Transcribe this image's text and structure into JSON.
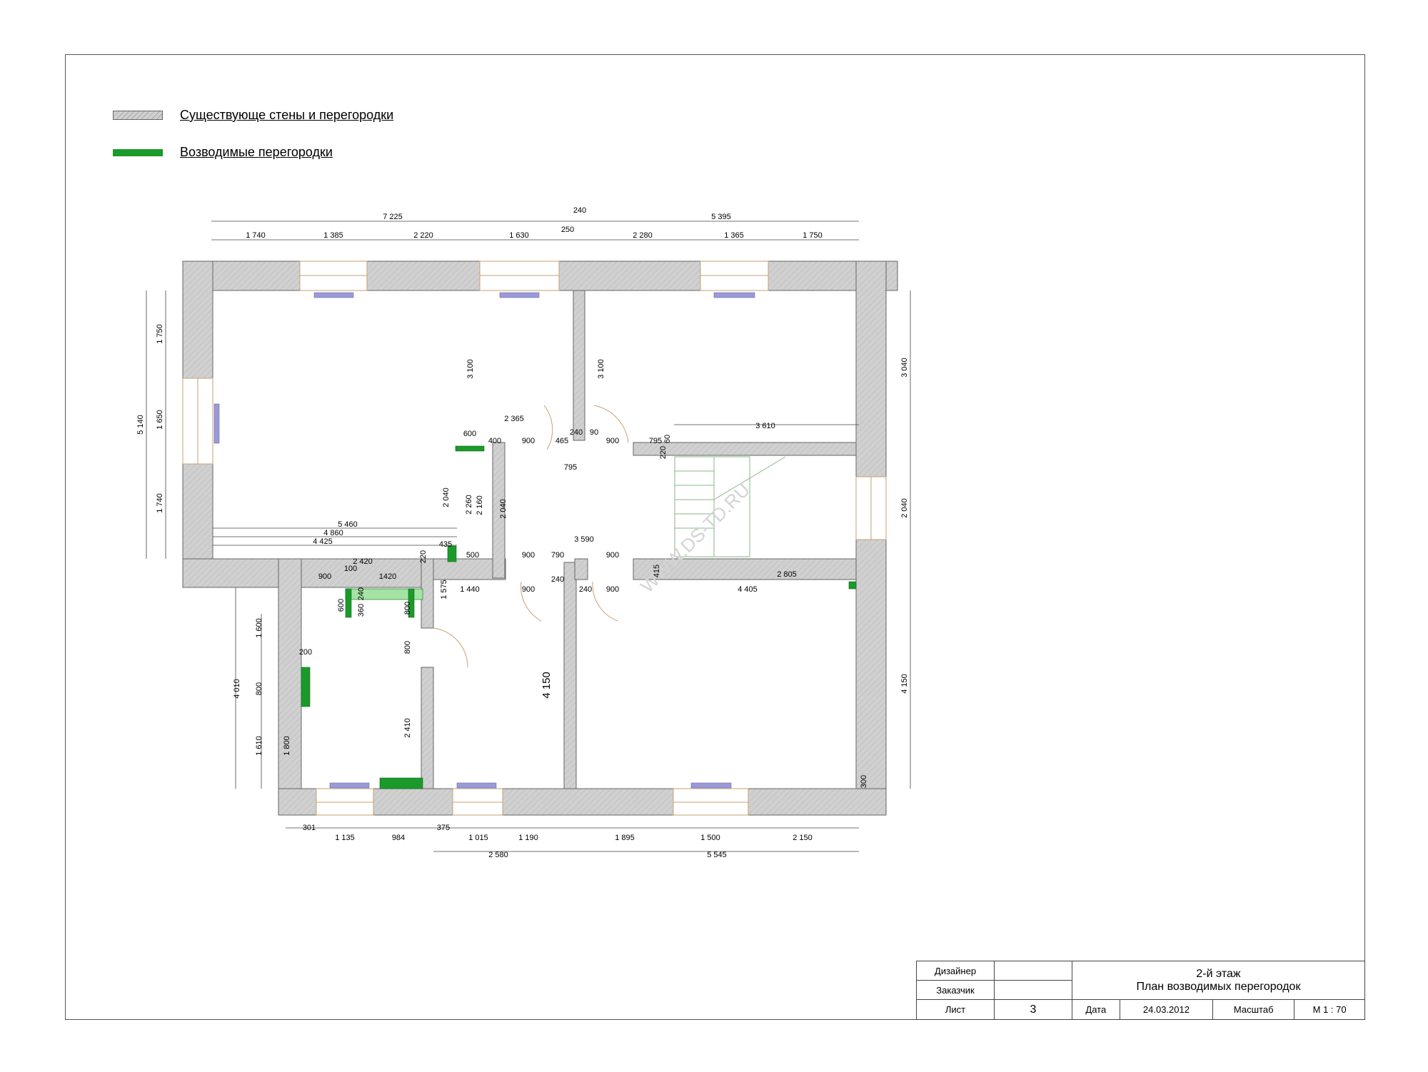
{
  "legend": {
    "existing_label": "Существующе стены и перегородки",
    "new_label": "Возводимые перегородки"
  },
  "colors": {
    "existing_wall": "#d0d0d0",
    "new_partition": "#1a9a2a",
    "window": "#f5e6c8",
    "radiator": "#9a9ad8",
    "dimension_line": "#444444"
  },
  "watermark": "WWW.DS-TD.RU",
  "dimensions": {
    "top_overall": [
      "7 225",
      "240",
      "5 395"
    ],
    "top_detail": [
      "1 740",
      "1 385",
      "2 220",
      "1 630",
      "250",
      "2 280",
      "1 365",
      "1 750"
    ],
    "left": [
      "5 140",
      "1 750",
      "1 650",
      "1 740"
    ],
    "right": [
      "3 040",
      "2 040",
      "4 150"
    ],
    "lower_left": [
      "4 010",
      "1 600",
      "800",
      "1 610",
      "1 800",
      "200"
    ],
    "interior": [
      "3 100",
      "3 100",
      "2 365",
      "600",
      "400",
      "900",
      "465",
      "240",
      "90",
      "900",
      "795",
      "220",
      "60",
      "795",
      "3 610",
      "5 460",
      "4 860",
      "4 425",
      "2 040",
      "2 260",
      "2 160",
      "2 040",
      "3 590",
      "435",
      "500",
      "220",
      "2 420",
      "900",
      "100",
      "1420",
      "600",
      "240",
      "360",
      "800",
      "1 575",
      "1 440",
      "900",
      "790",
      "900",
      "900",
      "240",
      "240",
      "900",
      "415",
      "2 805",
      "4 405",
      "800",
      "2 410",
      "4 150",
      "300"
    ],
    "bottom_detail": [
      "301",
      "1 135",
      "984",
      "375",
      "1 015",
      "1 190",
      "1 895",
      "1 500",
      "2 150"
    ],
    "bottom_overall": [
      "2 580",
      "5 545"
    ]
  },
  "title_block": {
    "designer_label": "Дизайнер",
    "customer_label": "Заказчик",
    "sheet_label": "Лист",
    "sheet_no": "3",
    "title_line1": "2-й этаж",
    "title_line2": "План возводимых перегородок",
    "date_label": "Дата",
    "date_value": "24.03.2012",
    "scale_label": "Масштаб",
    "scale_value": "М 1 : 70"
  }
}
